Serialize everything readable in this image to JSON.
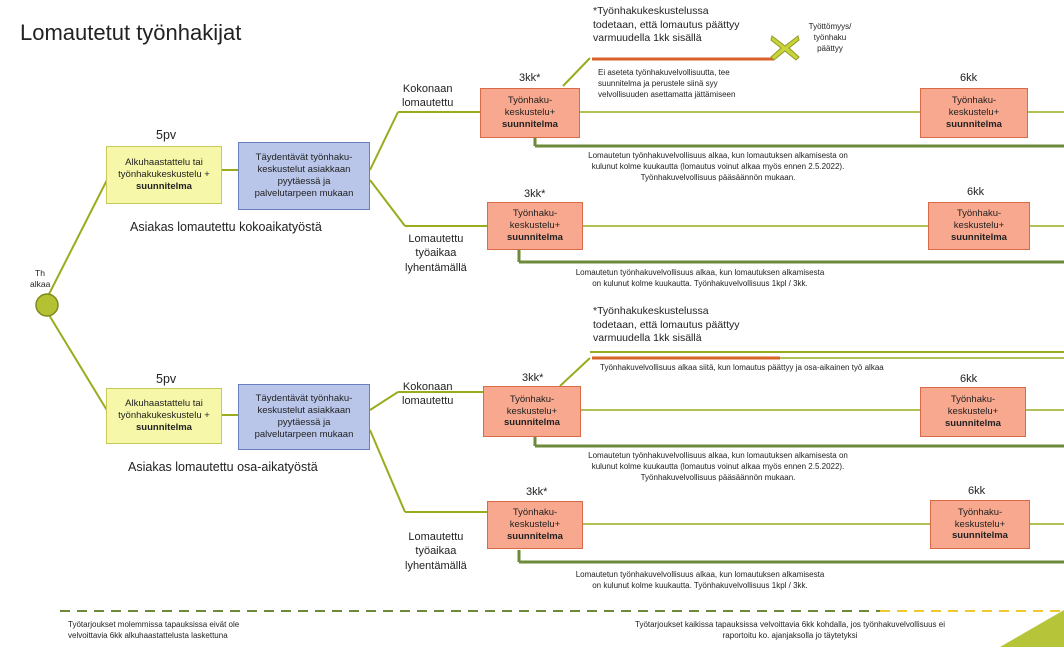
{
  "title": "Lomautetut työnhakijat",
  "start": {
    "l1": "Th",
    "l2": "alkaa"
  },
  "section1": {
    "day_label": "5pv",
    "initial_box": {
      "line1": "Alkuhaastattelu tai",
      "line2": "työnhakukeskustelu +",
      "line3": "suunnitelma"
    },
    "support_box": {
      "line1": "Täydentävät työnhaku-",
      "line2": "keskustelut asiakkaan",
      "line3": "pyytäessä ja",
      "line4": "palvelutarpeen mukaan"
    },
    "caption": "Asiakas lomautettu kokoaikatyöstä"
  },
  "section2": {
    "day_label": "5pv",
    "initial_box": {
      "line1": "Alkuhaastattelu tai",
      "line2": "työnhakukeskustelu +",
      "line3": "suunnitelma"
    },
    "support_box": {
      "line1": "Täydentävät työnhaku-",
      "line2": "keskustelut asiakkaan",
      "line3": "pyytäessä ja",
      "line4": "palvelutarpeen mukaan"
    },
    "caption": "Asiakas lomautettu osa-aikatyöstä"
  },
  "branches": {
    "full1": {
      "l1": "Kokonaan",
      "l2": "lomautettu"
    },
    "short1": {
      "l1": "Lomautettu",
      "l2": "työaikaa",
      "l3": "lyhentämällä"
    },
    "full2": {
      "l1": "Kokonaan",
      "l2": "lomautettu"
    },
    "short2": {
      "l1": "Lomautettu",
      "l2": "työaikaa",
      "l3": "lyhentämällä"
    }
  },
  "meeting_box": {
    "line1": "Työnhaku-",
    "line2": "keskustelu+",
    "line3": "suunnitelma"
  },
  "labels": {
    "m3_star": "3kk*",
    "m6": "6kk"
  },
  "star_note1": {
    "l1": "*Työnhakukeskustelussa",
    "l2": "todetaan, että lomautus päättyy",
    "l3": "varmuudella 1kk sisällä"
  },
  "star_note2": {
    "l1": "*Työnhakukeskustelussa",
    "l2": "todetaan, että lomautus päättyy",
    "l3": "varmuudella 1kk sisällä"
  },
  "unemployment": {
    "l1": "Työttömyys/",
    "l2": "työnhaku",
    "l3": "päättyy"
  },
  "no_obligation_note": {
    "l1": "Ei aseteta työnhakuvelvollisuutta, tee",
    "l2": "suunnitelma ja perustele siinä syy",
    "l3": "velvollisuuden asettamatta jättämiseen"
  },
  "obligation_full": {
    "l1": "Lomautetun työnhakuvelvollisuus alkaa, kun lomautuksen alkamisesta on",
    "l2": "kulunut kolme kuukautta (lomautus voinut alkaa myös ennen 2.5.2022).",
    "l3": "Työnhakuvelvollisuus pääsäännön mukaan."
  },
  "obligation_short": {
    "l1": "Lomautetun työnhakuvelvollisuus alkaa, kun lomautuksen alkamisesta",
    "l2": "on kulunut kolme kuukautta. Työnhakuvelvollisuus 1kpl / 3kk."
  },
  "parttime_note": "Työnhakuvelvollisuus alkaa siitä, kun lomautus päättyy ja osa-aikainen työ alkaa",
  "footer_left": {
    "l1": "Työtarjoukset molemmissa tapauksissa eivät ole",
    "l2": "velvoittavia 6kk alkuhaastattelusta laskettuna"
  },
  "footer_right": {
    "l1": "Työtarjoukset kaikissa tapauksissa velvoittavia 6kk kohdalla, jos työnhakuvelvollisuus ei",
    "l2": "raportoitu ko. ajanjaksolla jo täytetyksi"
  },
  "colors": {
    "olive": "#9aab1e",
    "green_line": "#6d8a3a",
    "orange_line": "#d9622b",
    "dash_yellow": "#f2c832",
    "cross": "#c8d43a"
  }
}
